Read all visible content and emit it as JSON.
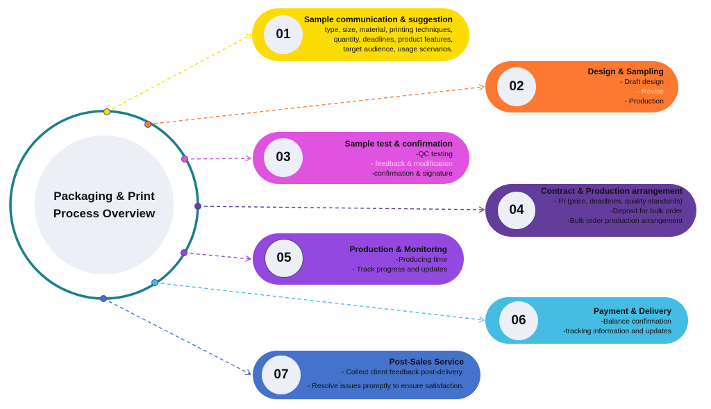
{
  "hub": {
    "title": "Packaging & Print Process Overview",
    "ring_color": "#1a7f8a",
    "fill_color": "#eceff6"
  },
  "steps": [
    {
      "number": "01",
      "title": "Sample communication & suggestion",
      "lines": [
        "type, size, material, printing techniques,",
        "quantity, deadlines, product features,",
        "target audience, usage scenarios."
      ],
      "color": "#fcdc04"
    },
    {
      "number": "02",
      "title": "Design & Sampling",
      "lines": [
        "- Draft design",
        "- Revise",
        "- Production"
      ],
      "color": "#fd7932"
    },
    {
      "number": "03",
      "title": "Sample test & confirmation",
      "lines": [
        "-QC testing",
        "- feedback & modification",
        "-confirmation & signature"
      ],
      "color": "#e052e0"
    },
    {
      "number": "04",
      "title": "Contract & Production arrangement",
      "lines": [
        "- PI (price, deadlines, quality standards)",
        "-Deposit for bulk order",
        "-Bulk order production arrangement"
      ],
      "color": "#643c9c"
    },
    {
      "number": "05",
      "title": "Production & Monitoring",
      "lines": [
        "-Producing time",
        "- Track progress and updates"
      ],
      "color": "#9349e0"
    },
    {
      "number": "06",
      "title": "Payment & Delivery",
      "lines": [
        "-Balance confirmation",
        "-tracking information and updates"
      ],
      "color": "#44bce3"
    },
    {
      "number": "07",
      "title": "Post-Sales Service",
      "lines": [
        "- Collect client feedback post-delivery.",
        "- Resolve issues promptly to ensure satisfaction."
      ],
      "color": "#4472cc"
    }
  ]
}
